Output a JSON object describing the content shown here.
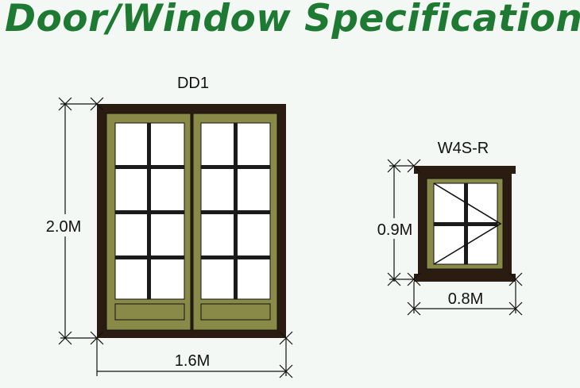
{
  "title": "Door/Window Specifications",
  "colors": {
    "title": "#1e7a32",
    "outer_frame": "#2b1c12",
    "sash": "#8a8a48",
    "glass": "#ffffff",
    "mullion": "#1a1a1a",
    "background": "#f4f8f4"
  },
  "door": {
    "code": "DD1",
    "height": "2.0M",
    "width": "1.6M",
    "leaves": 2,
    "pane_rows": 4,
    "pane_cols_per_leaf": 2
  },
  "window": {
    "code": "W4S-R",
    "height": "0.9M",
    "width": "0.8M",
    "pane_rows": 2,
    "pane_cols": 2,
    "opening_indicator": "side-hung"
  }
}
